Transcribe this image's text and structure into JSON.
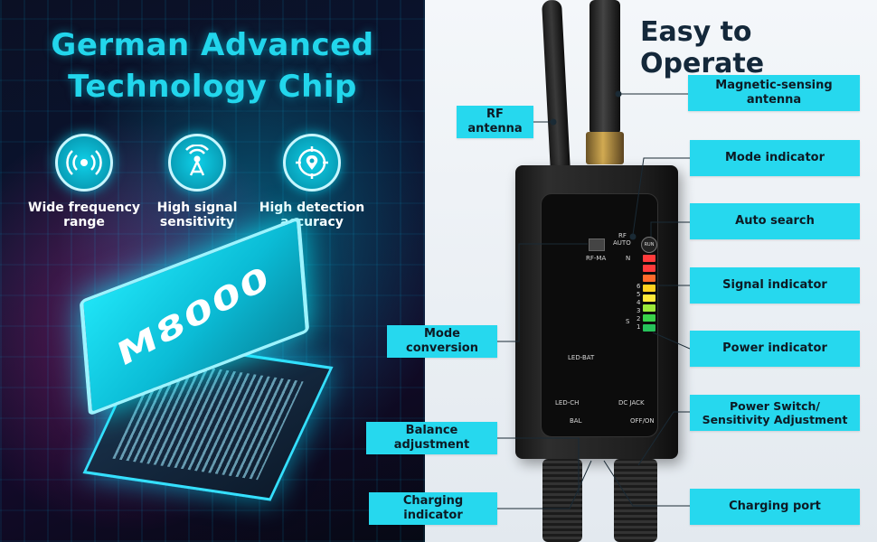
{
  "left": {
    "headline_line1": "German Advanced",
    "headline_line2": "Technology Chip",
    "features": [
      {
        "icon": "wifi-signal-icon",
        "line1": "Wide frequency",
        "line2": "range"
      },
      {
        "icon": "antenna-tower-icon",
        "line1": "High signal",
        "line2": "sensitivity"
      },
      {
        "icon": "target-location-icon",
        "line1": "High detection",
        "line2": "accuracy"
      }
    ],
    "chip_label": "M8000"
  },
  "right": {
    "title": "Easy to Operate",
    "callouts": {
      "rf_antenna": "RF antenna",
      "magnetic_antenna": "Magnetic-sensing antenna",
      "mode_indicator": "Mode indicator",
      "auto_search": "Auto search",
      "signal_indicator": "Signal indicator",
      "power_indicator": "Power indicator",
      "power_switch_line1": "Power Switch/",
      "power_switch_line2": "Sensitivity Adjustment",
      "charging_port": "Charging port",
      "mode_conversion": "Mode conversion",
      "balance_adjustment": "Balance adjustment",
      "charging_indicator": "Charging indicator"
    },
    "device_face": {
      "rf": "RF",
      "auto": "AUTO",
      "run": "RUN",
      "rf_ma": "RF-MA",
      "led_bat": "LED-BAT",
      "led_ch": "LED-CH",
      "dc_jack": "DC JACK",
      "bal": "BAL",
      "off_on": "OFF/ON",
      "n": "N",
      "s": "S",
      "scale": [
        "6",
        "5",
        "4",
        "3",
        "2",
        "1"
      ]
    }
  },
  "colors": {
    "accent": "#26d8ee",
    "headline": "#22d6ec",
    "title": "#14283a"
  }
}
